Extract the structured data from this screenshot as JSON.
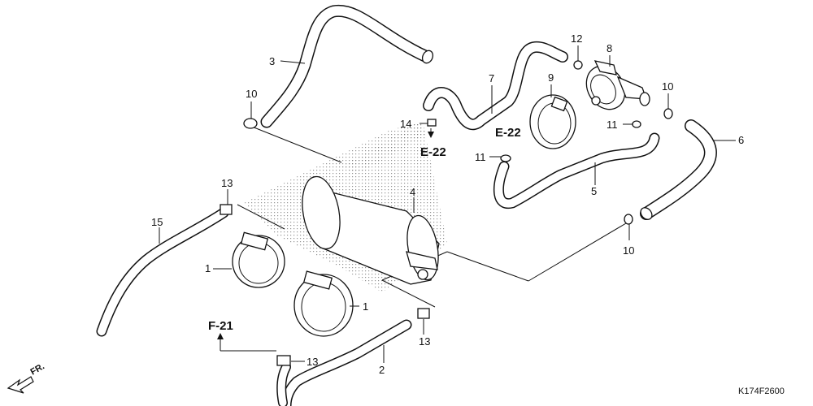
{
  "callouts": {
    "c1a": "1",
    "c1b": "1",
    "c2": "2",
    "c3": "3",
    "c4": "4",
    "c5": "5",
    "c6": "6",
    "c7": "7",
    "c8": "8",
    "c9": "9",
    "c10a": "10",
    "c10b": "10",
    "c10c": "10",
    "c11a": "11",
    "c11b": "11",
    "c12": "12",
    "c13a": "13",
    "c13b": "13",
    "c13c": "13",
    "c14": "14",
    "c15": "15"
  },
  "refs": {
    "e22_left": "E-22",
    "e22_right": "E-22",
    "f21": "F-21"
  },
  "direction": "FR.",
  "drawing_code": "K174F2600"
}
